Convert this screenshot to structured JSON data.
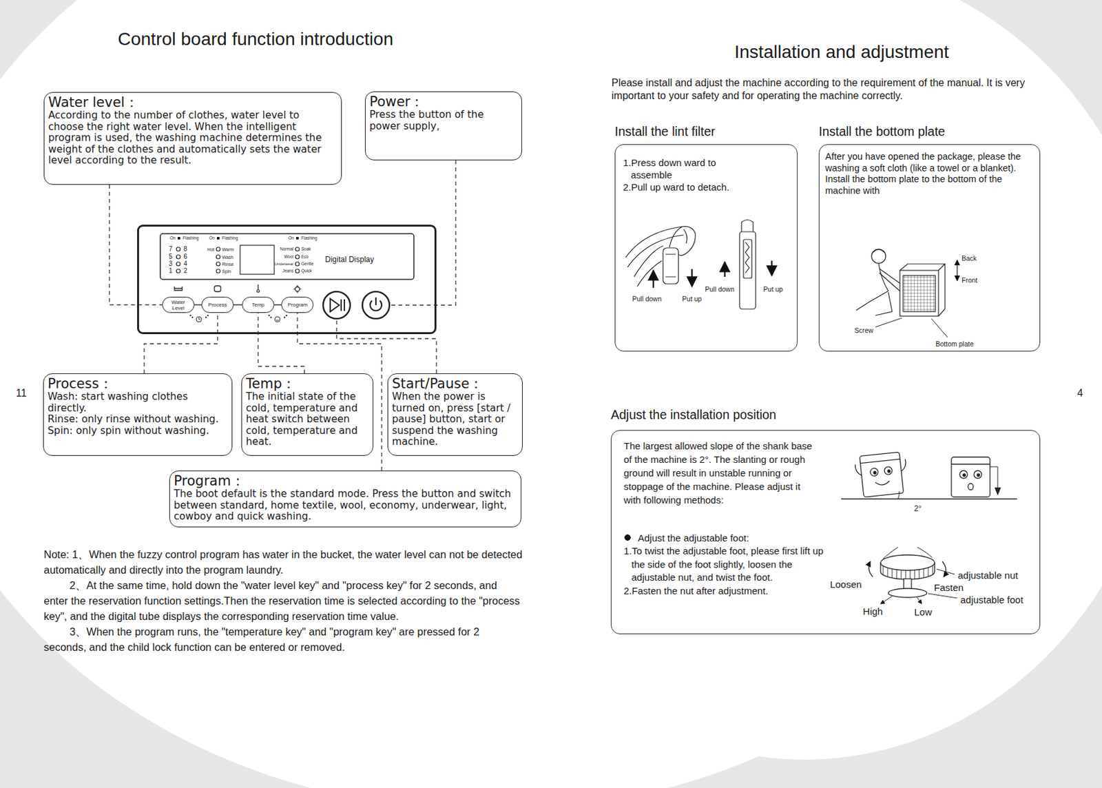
{
  "diagram": {
    "title": "Control board function introduction",
    "nodes": [
      {
        "text": [
          "Water level：",
          "According to the number of clothes, water level to choose the right water level. When the intelligent program is used, the washing machine determines the weight of the clothes and automatically sets the water level according to the result."
        ]
      },
      {
        "text": [
          "Power：",
          "Press the button of the power supply,"
        ]
      },
      {
        "text": [
          "Digital Display"
        ]
      },
      {
        "text": [
          "Water Level"
        ],
        "in": 2
      },
      {
        "text": [
          "Process"
        ],
        "in": 2
      },
      {
        "text": [
          "Temp"
        ],
        "in": 2
      },
      {
        "text": [
          "Program"
        ],
        "in": 2
      },
      {
        "text": [
          "Process：",
          "Wash: start washing clothes directly.",
          "Rinse: only rinse without washing.",
          "Spin: only spin without washing."
        ]
      },
      {
        "text": [
          "Temp：",
          "The initial state of the cold, temperature and heat switch between cold, temperature and heat."
        ]
      },
      {
        "text": [
          "Start/Pause：",
          "When the power is turned on, press [start / pause] button, start or suspend the washing machine."
        ]
      },
      {
        "text": [
          "Program：",
          "The boot default is the standard mode. Press the button and switch between standard, home textile, wool, economy, underwear, light, cowboy and quick washing."
        ]
      },
      {
        "text": [
          "Install the lint filter",
          "1.Press down ward to assemble",
          "2.Pull up ward to detach."
        ]
      },
      {
        "text": [
          "Install the bottom plate",
          "After you have opened the package, please the washing a soft cloth (like a towel or a blanket). Install the bottom plate to the bottom of the machine with"
        ]
      },
      {
        "text": [
          "Adjust the installation position",
          "The largest allowed slope of the shank base of the machine is 2°. The slanting or rough ground will result in unstable running or stoppage of the machine. Please adjust it with following methods:",
          "Adjust the adjustable foot:",
          "1.To twist the adjustable foot, please first lift up the side of the foot slightly, loosen the adjustable nut, and twist the foot.",
          "2.Fasten the nut after adjustment."
        ]
      }
    ],
    "edges": [
      {
        "from": 0,
        "to": 3,
        "arrow": "none"
      },
      {
        "from": 3,
        "to": 4,
        "arrow": "none"
      },
      {
        "from": 4,
        "to": 5,
        "arrow": "none"
      },
      {
        "from": 5,
        "to": 6,
        "arrow": "none"
      },
      {
        "from": 7,
        "to": 4,
        "arrow": "none"
      },
      {
        "from": 8,
        "to": 5,
        "arrow": "none"
      },
      {
        "from": 10,
        "to": 6,
        "arrow": "none"
      }
    ],
    "labels": [
      "Installation and adjustment",
      "Please install and adjust the machine according to the requirement of the manual. It is very important to your safety and for operating the machine correctly.",
      "11",
      "4",
      "Note: 1、When the fuzzy control program has water in the bucket, the water level can not be detected automatically and directly into the program laundry.",
      "2、At the same time, hold down the \"water level key\" and \"process key\" for 2 seconds, and enter the reservation function settings.Then the reservation time is selected according to the \"process key\", and the digital tube displays the corresponding reservation time value.",
      "3、When the program runs, the \"temperature key\" and \"program key\" are pressed for 2 seconds, and the child lock function can be entered or removed.",
      "On",
      "Flashing",
      "On",
      "Flashing",
      "On",
      "Flashing",
      "7",
      "8",
      "5",
      "6",
      "3",
      "4",
      "1",
      "2",
      "Hot",
      "Warm",
      "Wash",
      "Rinse",
      "Spin",
      "Normal",
      "Soak",
      "Wool",
      "Eco",
      "Underwear",
      "Gentle",
      "Jeans",
      "Quick",
      "Pull down",
      "Put up",
      "Pull down",
      "Put up",
      "Back",
      "Front",
      "Screw",
      "Bottom plate",
      "2°",
      "Loosen",
      "adjustable nut",
      "Fasten",
      "adjustable foot",
      "High",
      "Low"
    ]
  }
}
